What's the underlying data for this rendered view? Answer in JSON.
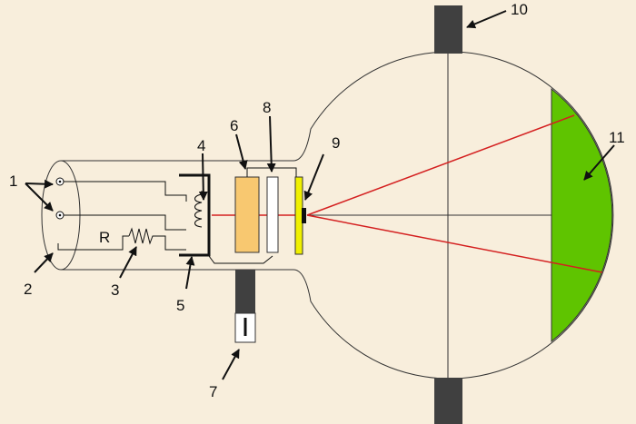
{
  "labels": {
    "l1": "1",
    "l2": "2",
    "l3": "3",
    "l4": "4",
    "l5": "5",
    "l6": "6",
    "l7": "7",
    "l8": "8",
    "l9": "9",
    "l10": "10",
    "l11": "11",
    "resistor": "R"
  },
  "colors": {
    "background": "#f8eedc",
    "screen": "#5fc400",
    "beam": "#d42020",
    "anode": "#f8c870",
    "deflector": "#f0f000",
    "magnet": "#404040"
  }
}
